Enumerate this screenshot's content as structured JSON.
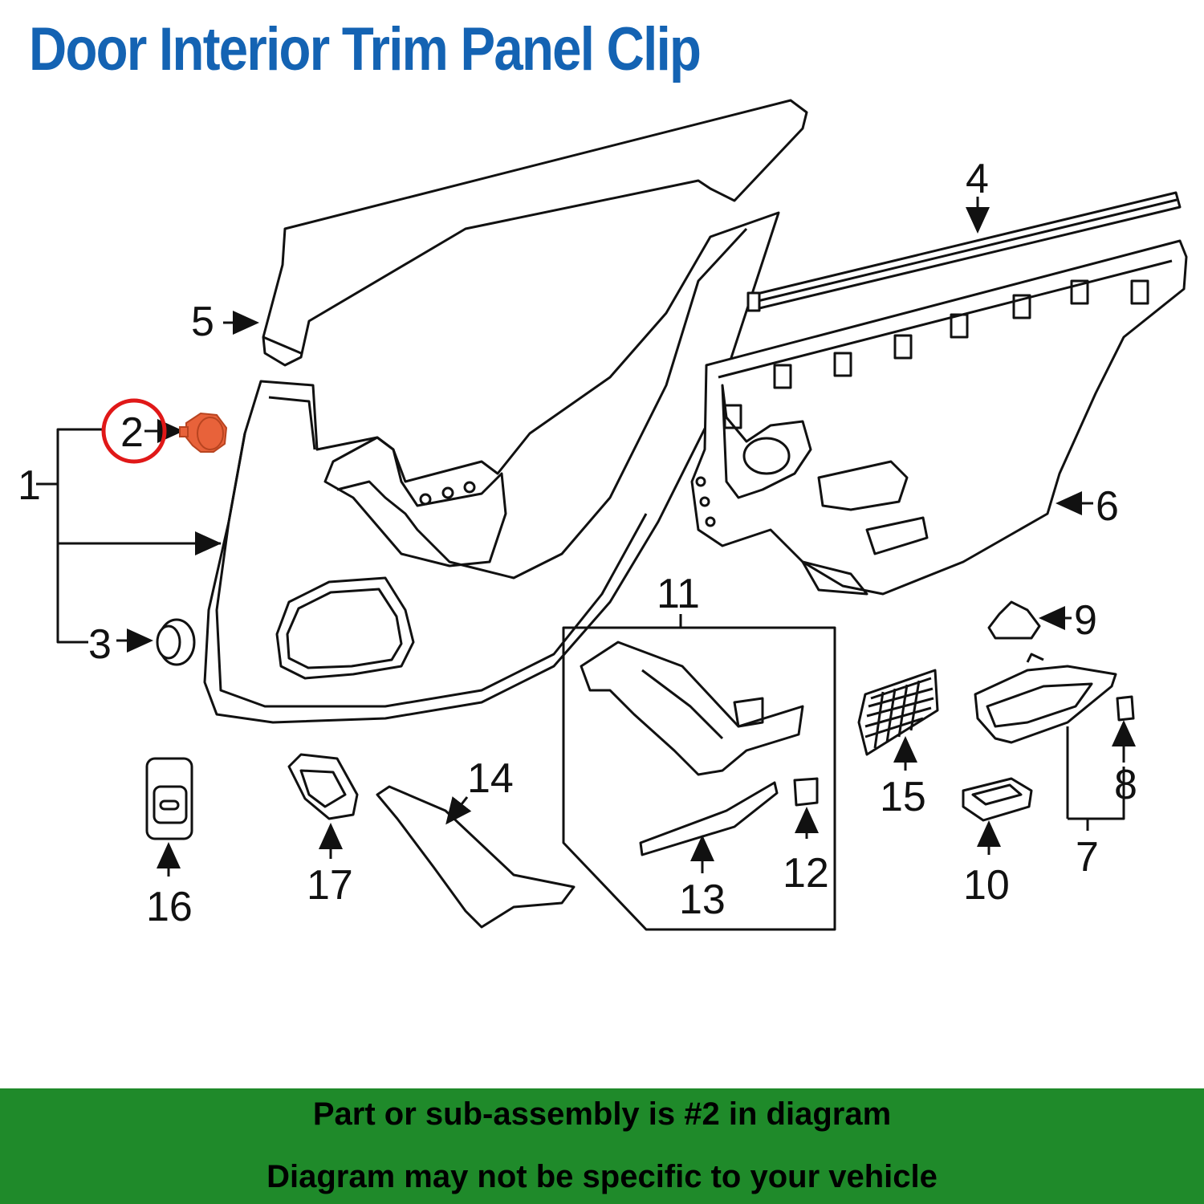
{
  "title": "Door Interior Trim Panel Clip",
  "callouts": [
    "1",
    "2",
    "3",
    "4",
    "5",
    "6",
    "7",
    "8",
    "9",
    "10",
    "11",
    "12",
    "13",
    "14",
    "15",
    "16",
    "17"
  ],
  "highlight": {
    "part": "2",
    "circle_color": "#e01818",
    "part_color": "#e8623a"
  },
  "footer": {
    "line1": "Part or sub-assembly is #2 in diagram",
    "line2": "Diagram may not be specific to your vehicle",
    "bg_color": "#1f8a2a"
  },
  "colors": {
    "title": "#1463b3",
    "line": "#111111"
  }
}
